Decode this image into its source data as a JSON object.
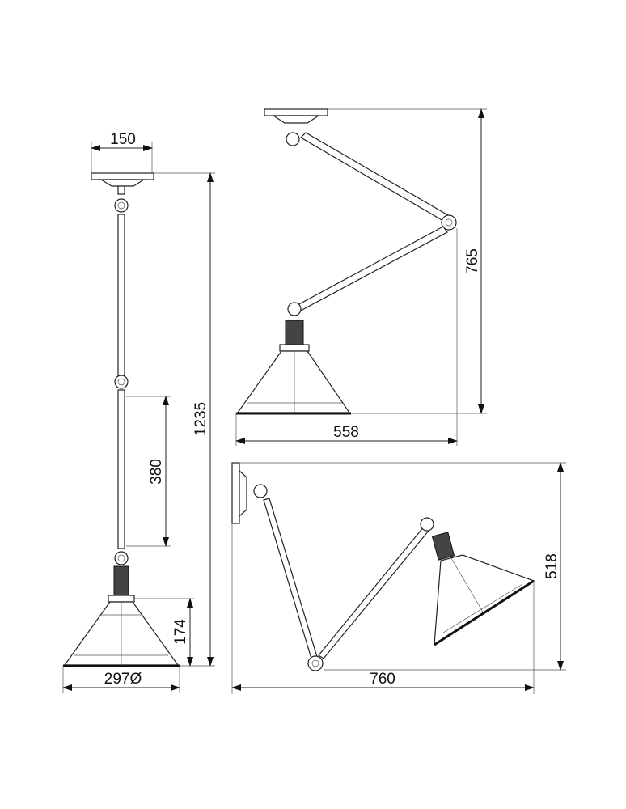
{
  "dimensions": {
    "pendant_canopy_width": "150",
    "pendant_total_height": "1235",
    "pendant_rod_section": "380",
    "pendant_shade_height": "174",
    "pendant_shade_diameter": "297Ø",
    "ceiling_arm_height": "765",
    "ceiling_arm_reach": "558",
    "wall_arm_height": "518",
    "wall_arm_reach": "760"
  },
  "colors": {
    "line": "#222222",
    "background": "#ffffff"
  }
}
